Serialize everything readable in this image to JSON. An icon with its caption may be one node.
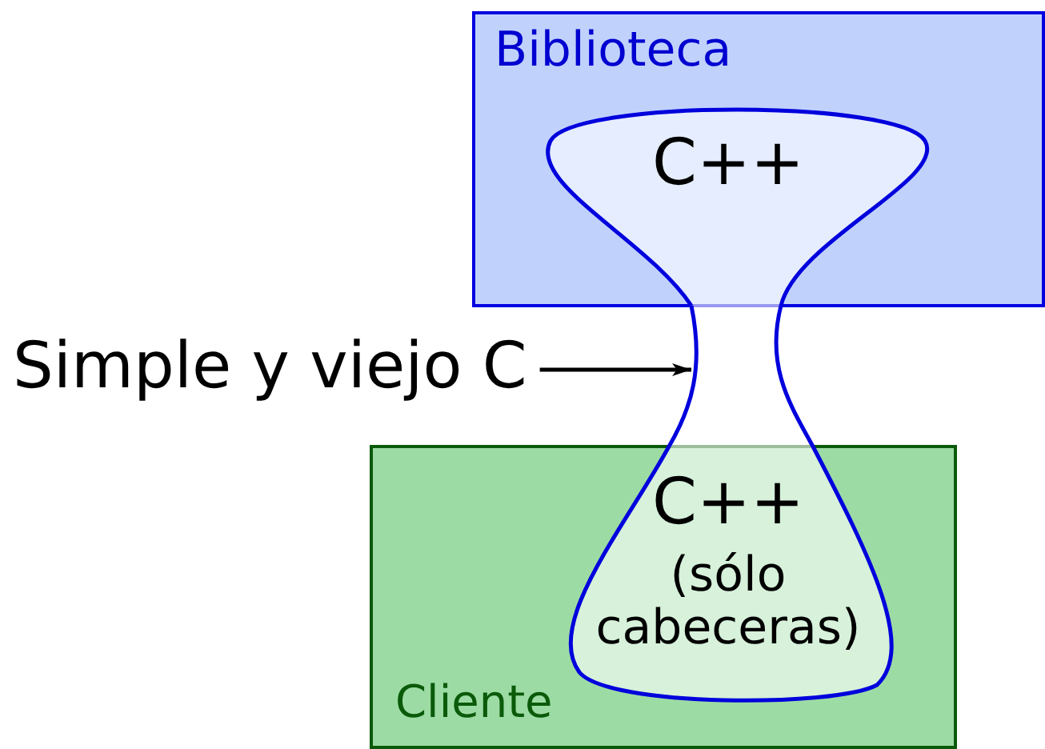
{
  "diagram": {
    "nodes": [
      {
        "text": [
          "Biblioteca"
        ]
      },
      {
        "text": [
          "C++"
        ],
        "in": 0
      },
      {
        "text": [],
        "shape": "hourglass"
      },
      {
        "text": [
          "Simple y viejo C"
        ]
      },
      {
        "text": [
          "Cliente"
        ]
      },
      {
        "text": [
          "C++",
          "(sólo cabeceras)"
        ],
        "in": 4
      }
    ],
    "edges": [
      {
        "from": 3,
        "to": 2,
        "arrow": "to"
      }
    ]
  }
}
